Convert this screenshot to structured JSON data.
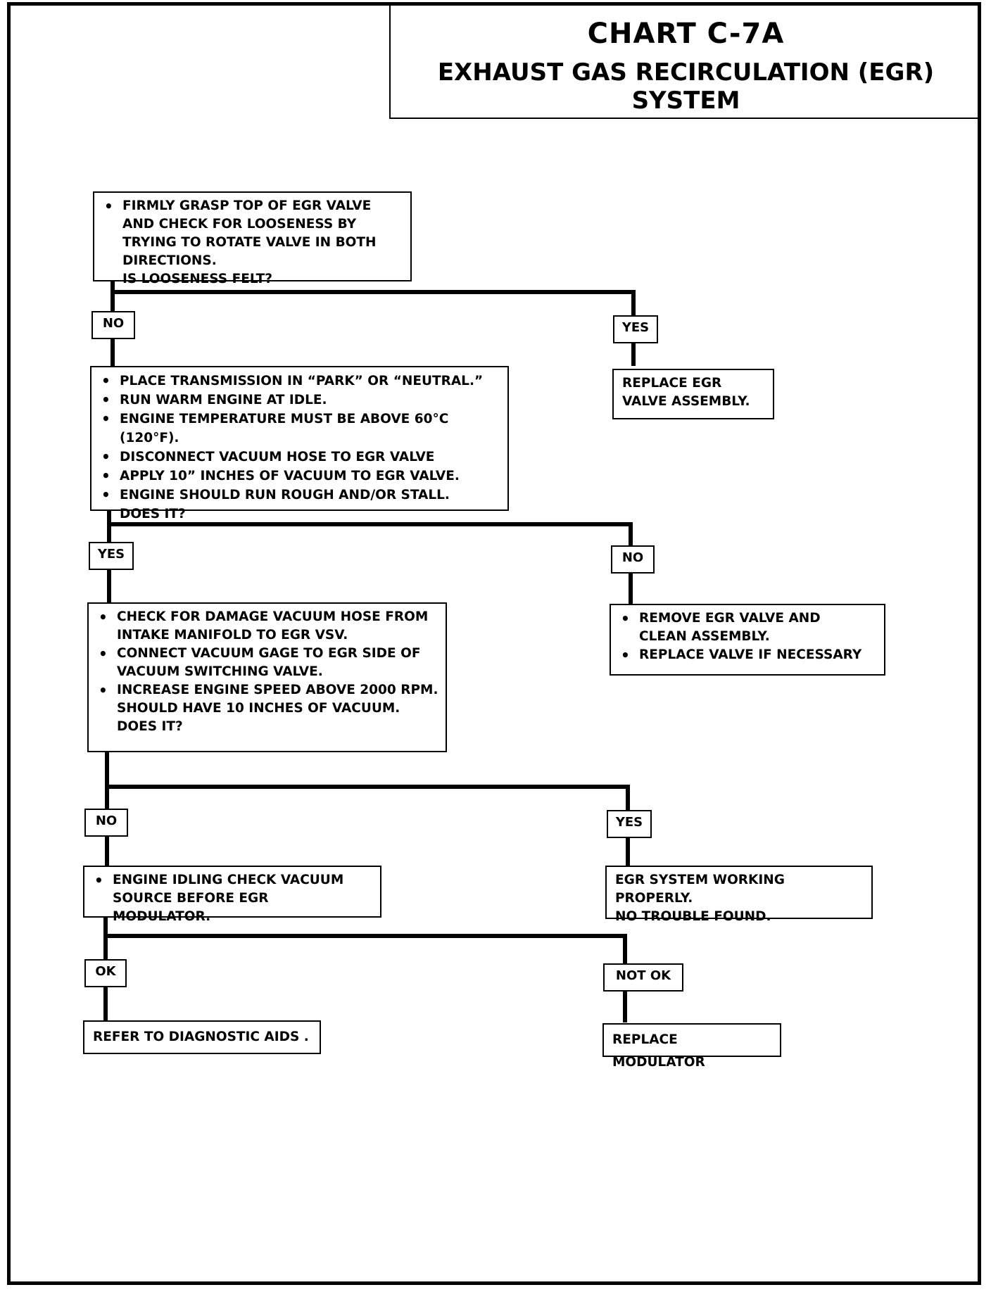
{
  "header": {
    "title": "CHART  C-7A",
    "subtitle": "EXHAUST GAS RECIRCULATION (EGR) SYSTEM"
  },
  "boxes": {
    "b1": {
      "bullets": [
        "FIRMLY GRASP TOP OF EGR VALVE AND CHECK FOR LOOSENESS BY TRYING TO ROTATE VALVE IN BOTH DIRECTIONS."
      ],
      "tail": "IS LOOSENESS FELT?"
    },
    "b2": {
      "bullets": [
        "PLACE TRANSMISSION IN “PARK” OR “NEUTRAL.”",
        "RUN WARM ENGINE AT IDLE.",
        "ENGINE TEMPERATURE MUST BE  ABOVE 60°C (120°F).",
        "DISCONNECT VACUUM HOSE TO EGR VALVE",
        "APPLY 10” INCHES OF VACUUM TO EGR VALVE.",
        "ENGINE SHOULD RUN ROUGH AND/OR STALL."
      ],
      "tail": "DOES IT?"
    },
    "b3": {
      "bullets": [
        "CHECK FOR DAMAGE VACUUM HOSE FROM INTAKE MANIFOLD TO EGR VSV.",
        "CONNECT VACUUM GAGE TO EGR SIDE OF VACUUM SWITCHING VALVE.",
        "INCREASE ENGINE SPEED ABOVE 2000 RPM. SHOULD HAVE 10 INCHES OF VACUUM."
      ],
      "tail": "DOES IT?"
    },
    "b4": {
      "bullets": [
        "ENGINE IDLING CHECK VACUUM SOURCE BEFORE EGR MODULATOR."
      ]
    },
    "r1": {
      "text": "REPLACE EGR VALVE ASSEMBLY."
    },
    "r2": {
      "bullets": [
        "REMOVE EGR VALVE AND CLEAN ASSEMBLY.",
        "REPLACE VALVE IF NECESSARY"
      ]
    },
    "r3": {
      "line1": "EGR SYSTEM WORKING PROPERLY.",
      "line2": "NO TROUBLE FOUND."
    },
    "r4": {
      "text": "REFER TO DIAGNOSTIC AIDS  ."
    },
    "r5": {
      "text": "REPLACE MODULATOR"
    }
  },
  "labels": {
    "l1": "NO",
    "l2": "YES",
    "l3": "YES",
    "l4": "NO",
    "l5": "NO",
    "l6": "YES",
    "l7": "OK",
    "l8": "NOT OK"
  }
}
